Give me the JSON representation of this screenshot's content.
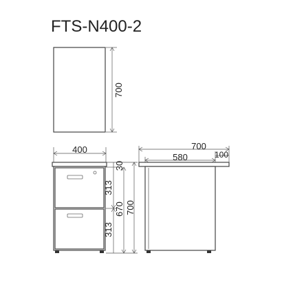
{
  "model": "FTS-N400-2",
  "top_view": {
    "depth_label": "700"
  },
  "front_view": {
    "width_label": "400",
    "top_gap_label": "30",
    "drawer_upper_label": "313",
    "drawer_lower_label": "313",
    "inner_height_label": "670",
    "total_height_label": "700"
  },
  "side_view": {
    "total_depth_label": "700",
    "body_depth_label": "580",
    "overhang_label": "100"
  }
}
